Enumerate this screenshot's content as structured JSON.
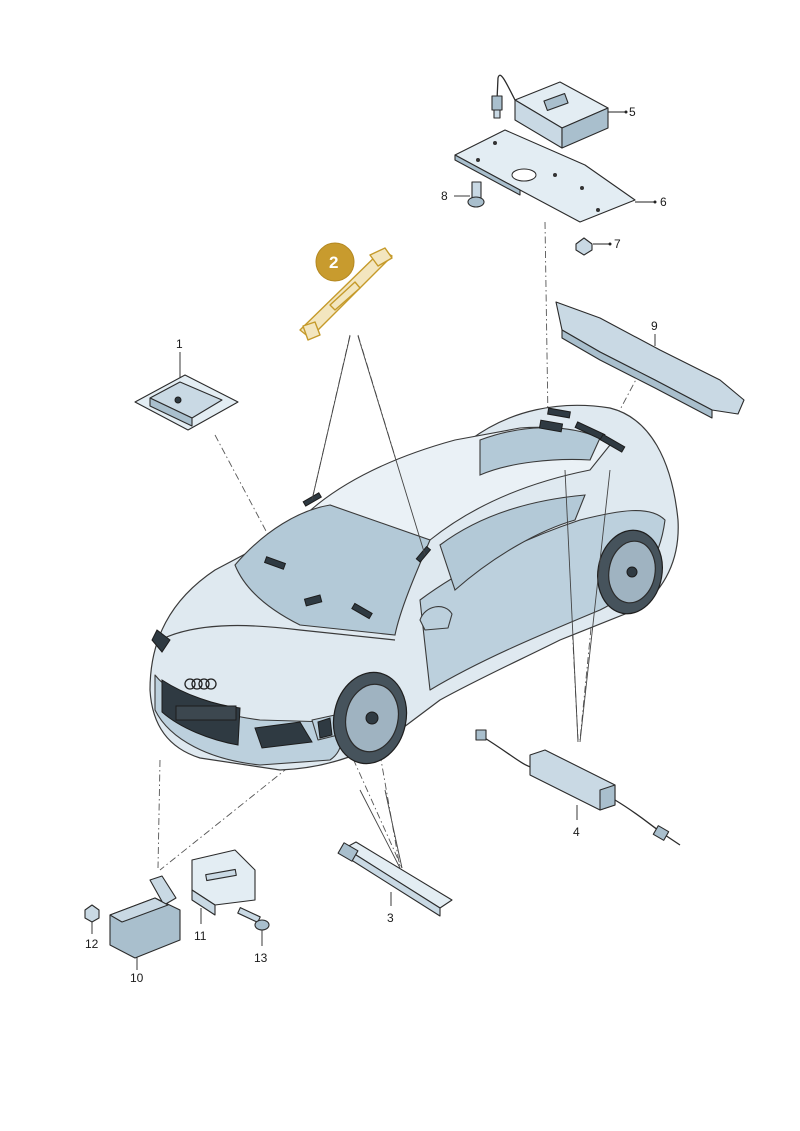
{
  "labels": {
    "p1": "1",
    "p2": "2",
    "p3": "3",
    "p4": "4",
    "p5": "5",
    "p6": "6",
    "p7": "7",
    "p8": "8",
    "p9": "9",
    "p10": "10",
    "p11": "11",
    "p12": "12",
    "p13": "13"
  },
  "highlight": {
    "part_number": "2",
    "color": "#c89b2e"
  },
  "car_badge": {
    "rings": 4
  }
}
